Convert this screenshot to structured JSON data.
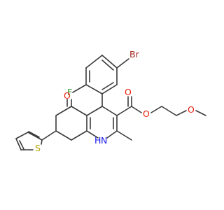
{
  "structure": {
    "colors": {
      "bond": "#3a3a3a",
      "oxygen": "#e8200f",
      "nitrogen": "#1a1aee",
      "sulfur": "#b8a300",
      "bromine": "#a52a22",
      "fluorine": "#2e9c2e",
      "background": "#ffffff"
    },
    "atom_labels": {
      "bromine": "Br",
      "fluorine": "F",
      "oxygen_ketone": "O",
      "oxygen_carbonyl": "O",
      "oxygen_ester": "O",
      "oxygen_ether": "O",
      "nitrogen_h": "H",
      "nitrogen": "N",
      "sulfur": "S"
    }
  }
}
